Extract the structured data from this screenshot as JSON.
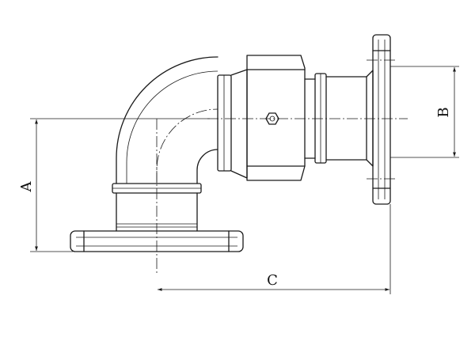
{
  "drawing": {
    "dimension_labels": {
      "a": "A",
      "b": "B",
      "c": "C"
    },
    "stroke_color": "#1a1a1a",
    "background_color": "#ffffff"
  }
}
